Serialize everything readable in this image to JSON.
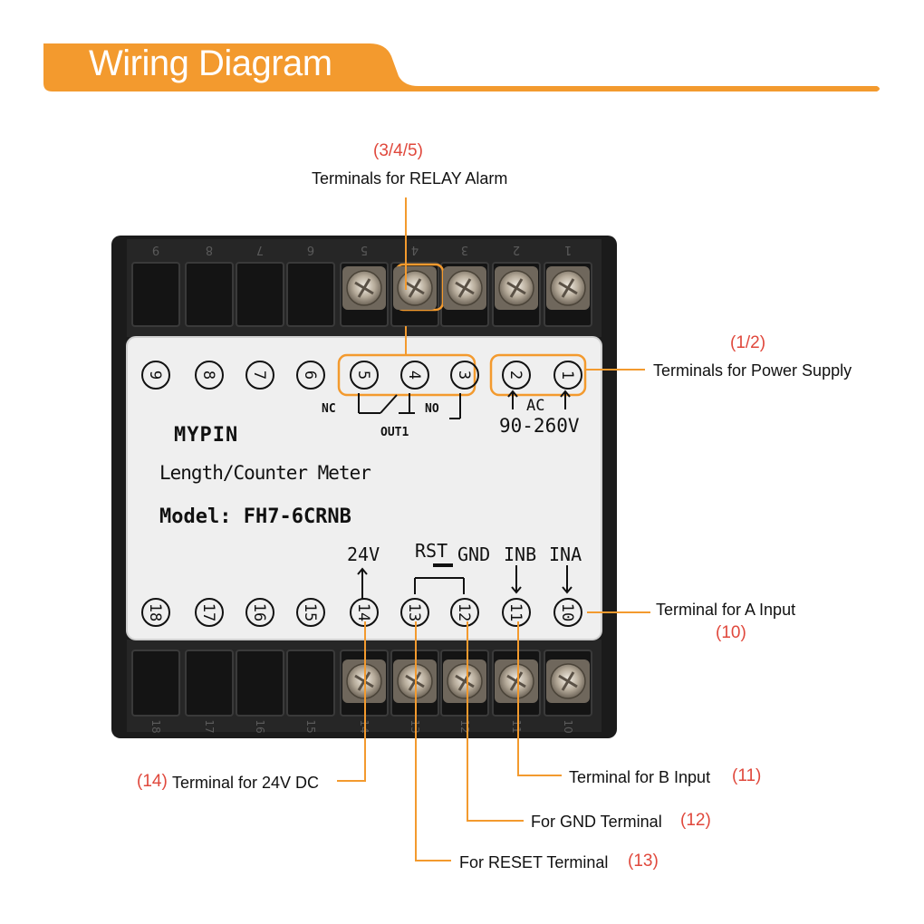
{
  "header": {
    "title": "Wiring Diagram"
  },
  "device": {
    "brand": "MYPIN",
    "product": "Length/Counter Meter",
    "model": "Model: FH7-6CRNB",
    "top_terminals": [
      "9",
      "8",
      "7",
      "6",
      "5",
      "4",
      "3",
      "2",
      "1"
    ],
    "bottom_terminals": [
      "18",
      "17",
      "16",
      "15",
      "14",
      "13",
      "12",
      "11",
      "10"
    ],
    "relay_nc": "NC",
    "relay_no": "NO",
    "out_label": "OUT1",
    "ac_label": "AC",
    "voltage": "90-260V",
    "label_24v": "24V",
    "label_rst": "RST",
    "label_gnd": "GND",
    "label_inb": "INB",
    "label_ina": "INA"
  },
  "callouts": {
    "relay": {
      "num": "(3/4/5)",
      "text": "Terminals for RELAY Alarm"
    },
    "power": {
      "num": "(1/2)",
      "text": "Terminals for Power Supply"
    },
    "a_input": {
      "num": "(10)",
      "text": "Terminal for A Input"
    },
    "b_input": {
      "num": "(11)",
      "text": "Terminal for B Input"
    },
    "gnd": {
      "num": "(12)",
      "text": "For GND Terminal"
    },
    "reset": {
      "num": "(13)",
      "text": "For RESET Terminal"
    },
    "dc24": {
      "num": "(14)",
      "text": "Terminal for 24V DC"
    }
  },
  "colors": {
    "accent": "#f39a2e",
    "callout_number": "#e0483c",
    "device_body": "#1b1b1b"
  }
}
